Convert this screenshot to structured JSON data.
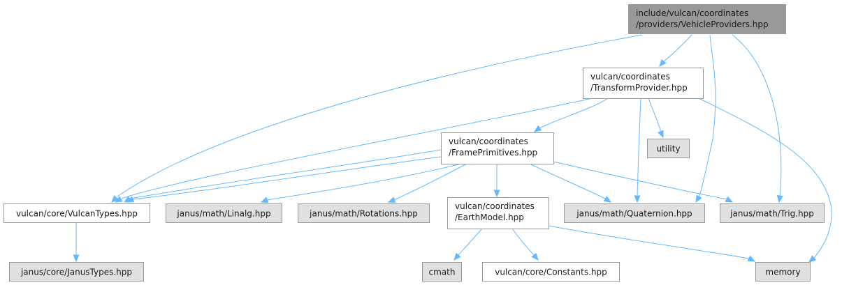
{
  "diagram": {
    "type": "include-dependency-graph",
    "colors": {
      "root_fill": "#999999",
      "project_fill": "#ffffff",
      "external_fill": "#e0e0e0",
      "border": "#999999",
      "root_border": "#666666",
      "edge": "#63b8ff"
    },
    "nodes": [
      {
        "id": "root",
        "kind": "root",
        "lines": [
          "include/vulcan/coordinates",
          "/providers/VehicleProviders.hpp"
        ]
      },
      {
        "id": "transform",
        "kind": "project",
        "lines": [
          "vulcan/coordinates",
          "/TransformProvider.hpp"
        ]
      },
      {
        "id": "utility",
        "kind": "external",
        "lines": [
          "utility"
        ]
      },
      {
        "id": "frame",
        "kind": "project",
        "lines": [
          "vulcan/coordinates",
          "/FramePrimitives.hpp"
        ]
      },
      {
        "id": "vtypes",
        "kind": "project",
        "lines": [
          "vulcan/core/VulcanTypes.hpp"
        ]
      },
      {
        "id": "linalg",
        "kind": "external",
        "lines": [
          "janus/math/Linalg.hpp"
        ]
      },
      {
        "id": "rotations",
        "kind": "external",
        "lines": [
          "janus/math/Rotations.hpp"
        ]
      },
      {
        "id": "earth",
        "kind": "project",
        "lines": [
          "vulcan/coordinates",
          "/EarthModel.hpp"
        ]
      },
      {
        "id": "quat",
        "kind": "external",
        "lines": [
          "janus/math/Quaternion.hpp"
        ]
      },
      {
        "id": "trig",
        "kind": "external",
        "lines": [
          "janus/math/Trig.hpp"
        ]
      },
      {
        "id": "jtypes",
        "kind": "external",
        "lines": [
          "janus/core/JanusTypes.hpp"
        ]
      },
      {
        "id": "cmath",
        "kind": "external",
        "lines": [
          "cmath"
        ]
      },
      {
        "id": "constants",
        "kind": "project",
        "lines": [
          "vulcan/core/Constants.hpp"
        ]
      },
      {
        "id": "memory",
        "kind": "external",
        "lines": [
          "memory"
        ]
      }
    ],
    "edges": [
      {
        "from": "root",
        "to": "vtypes"
      },
      {
        "from": "root",
        "to": "transform"
      },
      {
        "from": "root",
        "to": "quat"
      },
      {
        "from": "root",
        "to": "trig"
      },
      {
        "from": "transform",
        "to": "vtypes"
      },
      {
        "from": "transform",
        "to": "frame"
      },
      {
        "from": "transform",
        "to": "quat"
      },
      {
        "from": "transform",
        "to": "utility"
      },
      {
        "from": "transform",
        "to": "memory"
      },
      {
        "from": "frame",
        "to": "vtypes"
      },
      {
        "from": "frame",
        "to": "vtypes"
      },
      {
        "from": "frame",
        "to": "linalg"
      },
      {
        "from": "frame",
        "to": "rotations"
      },
      {
        "from": "frame",
        "to": "earth"
      },
      {
        "from": "frame",
        "to": "quat"
      },
      {
        "from": "frame",
        "to": "trig"
      },
      {
        "from": "vtypes",
        "to": "jtypes"
      },
      {
        "from": "earth",
        "to": "cmath"
      },
      {
        "from": "earth",
        "to": "constants"
      },
      {
        "from": "earth",
        "to": "memory"
      }
    ]
  }
}
